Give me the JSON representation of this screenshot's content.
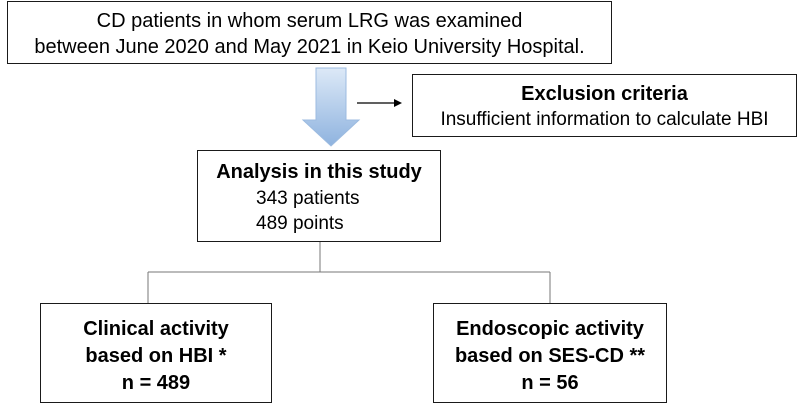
{
  "source_box": {
    "line1": "CD patients in whom serum LRG was examined",
    "line2": "between June 2020 and May 2021 in Keio University Hospital."
  },
  "exclusion_box": {
    "title": "Exclusion criteria",
    "text": "Insufficient information to calculate HBI"
  },
  "analysis_box": {
    "title": "Analysis in this study",
    "patients": "343 patients",
    "points": "489 points"
  },
  "clinical_box": {
    "line1": "Clinical activity",
    "line2": "based on HBI *",
    "line3": "n = 489"
  },
  "endoscopic_box": {
    "line1": "Endoscopic activity",
    "line2": "based on SES-CD **",
    "line3": "n = 56"
  },
  "colors": {
    "arrow_fill_top": "#dde9f7",
    "arrow_fill_bottom": "#8fb3df",
    "border": "#1a1a1a"
  }
}
